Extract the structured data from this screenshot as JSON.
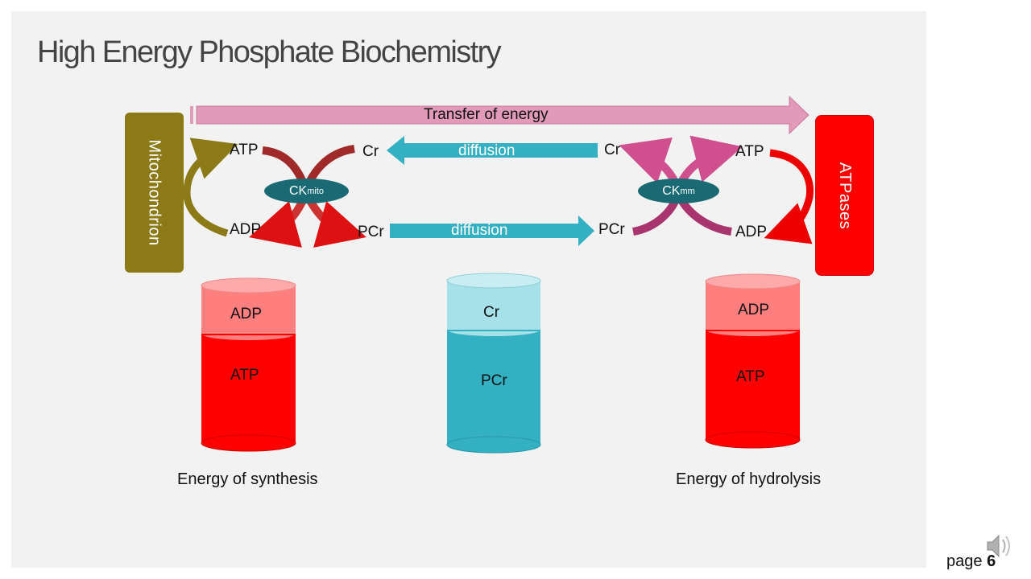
{
  "title": "High Energy Phosphate Biochemistry",
  "top_arrow_label": "Transfer of energy",
  "mitochondrion_label": "Mitochondrion",
  "atpases_label": "ATPases",
  "left_cycle": {
    "atp": "ATP",
    "adp": "ADP",
    "cr": "Cr",
    "pcr": "PCr",
    "enzyme_main": "CK",
    "enzyme_sub": "mito"
  },
  "right_cycle": {
    "atp": "ATP",
    "adp": "ADP",
    "cr": "Cr",
    "pcr": "PCr",
    "enzyme_main": "CK",
    "enzyme_sub": "mm"
  },
  "diffusion_top": "diffusion",
  "diffusion_bottom": "diffusion",
  "cylinders": {
    "left": {
      "top_label": "ADP",
      "bottom_label": "ATP",
      "caption": "Energy of synthesis"
    },
    "middle": {
      "top_label": "Cr",
      "bottom_label": "PCr"
    },
    "right": {
      "top_label": "ADP",
      "bottom_label": "ATP",
      "caption": "Energy of hydrolysis"
    }
  },
  "page": {
    "prefix": "page",
    "number": "6"
  },
  "colors": {
    "olive": "#8b7a16",
    "red": "#ff0000",
    "teal": "#33b0c2",
    "pink_arrow": "#e19ab8",
    "ck_fill": "#1a6a73",
    "dark_red_arrow": "#b83232",
    "magenta_arrow": "#d0508f"
  },
  "icons": [
    "speaker-icon"
  ]
}
